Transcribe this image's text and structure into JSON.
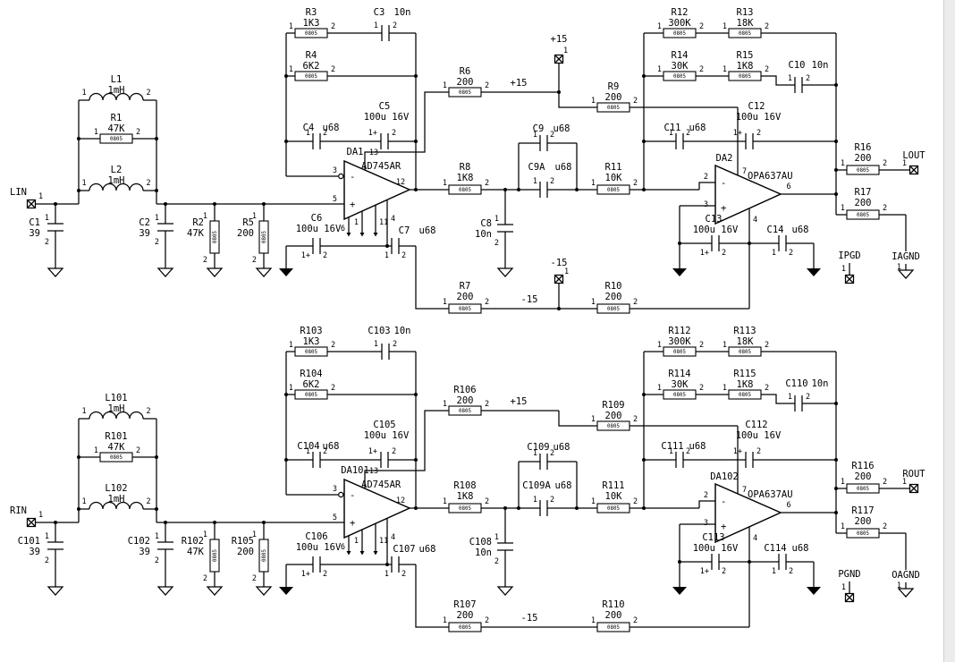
{
  "common": {
    "p1": "1",
    "p2": "2",
    "p1_plus": "1+",
    "smd": "0805"
  },
  "channels": [
    {
      "ports": {
        "in": "LIN",
        "out": "LOUT",
        "pad_gnd": "IPGD",
        "analog_gnd": "IAGND"
      },
      "power": {
        "vplus": "+15",
        "vminus": "-15",
        "has_ports": true,
        "port_pin": "1"
      },
      "da1": {
        "ref": "DA1",
        "part": "AD745AR",
        "pin_vplus": "13",
        "pin_inv": "3",
        "pin_ninv": "5",
        "pin_out": "12",
        "pin_a": "6",
        "pin_b": "1",
        "pin_c": "11",
        "pin_vminus": "4",
        "minus": "-",
        "plus": "+"
      },
      "da2": {
        "ref": "DA2",
        "part": "OPA637AU",
        "pin_vplus": "7",
        "pin_inv": "2",
        "pin_ninv": "3",
        "pin_out": "6",
        "pin_vminus": "4",
        "minus": "-",
        "plus": "+"
      },
      "l1": {
        "ref": "L1",
        "val": "1mH"
      },
      "r1": {
        "ref": "R1",
        "val": "47K"
      },
      "l2": {
        "ref": "L2",
        "val": "1mH"
      },
      "c1": {
        "ref": "C1",
        "val": "39"
      },
      "c2": {
        "ref": "C2",
        "val": "39"
      },
      "r2": {
        "ref": "R2",
        "val": "47K"
      },
      "r5": {
        "ref": "R5",
        "val": "200"
      },
      "r3": {
        "ref": "R3",
        "val": "1K3"
      },
      "c3": {
        "ref": "C3",
        "val": "10n"
      },
      "r4": {
        "ref": "R4",
        "val": "6K2"
      },
      "c4": {
        "ref": "C4",
        "val": "u68"
      },
      "c5": {
        "ref": "C5",
        "val": "100u 16V"
      },
      "c6": {
        "ref": "C6",
        "val": "100u 16V"
      },
      "c7": {
        "ref": "C7",
        "val": "u68"
      },
      "r6": {
        "ref": "R6",
        "val": "200"
      },
      "r7": {
        "ref": "R7",
        "val": "200"
      },
      "r8": {
        "ref": "R8",
        "val": "1K8"
      },
      "c8": {
        "ref": "C8",
        "val": "10n"
      },
      "c9": {
        "ref": "C9",
        "val": "u68"
      },
      "c9a": {
        "ref": "C9A",
        "val": "u68"
      },
      "r11": {
        "ref": "R11",
        "val": "10K"
      },
      "r9": {
        "ref": "R9",
        "val": "200"
      },
      "r10": {
        "ref": "R10",
        "val": "200"
      },
      "r12": {
        "ref": "R12",
        "val": "300K"
      },
      "r13": {
        "ref": "R13",
        "val": "18K"
      },
      "r14": {
        "ref": "R14",
        "val": "30K"
      },
      "r15": {
        "ref": "R15",
        "val": "1K8"
      },
      "c10": {
        "ref": "C10",
        "val": "10n"
      },
      "c11": {
        "ref": "C11",
        "val": "u68"
      },
      "c12": {
        "ref": "C12",
        "val": "100u 16V"
      },
      "c13": {
        "ref": "C13",
        "val": "100u 16V"
      },
      "c14": {
        "ref": "C14",
        "val": "u68"
      },
      "r16": {
        "ref": "R16",
        "val": "200"
      },
      "r17": {
        "ref": "R17",
        "val": "200"
      }
    },
    {
      "ports": {
        "in": "RIN",
        "out": "ROUT",
        "pad_gnd": "PGND",
        "analog_gnd": "OAGND"
      },
      "power": {
        "vplus": "+15",
        "vminus": "-15",
        "has_ports": false,
        "port_pin": "1"
      },
      "da1": {
        "ref": "DA101",
        "part": "AD745AR",
        "pin_vplus": "13",
        "pin_inv": "3",
        "pin_ninv": "5",
        "pin_out": "12",
        "pin_a": "6",
        "pin_b": "1",
        "pin_c": "11",
        "pin_vminus": "4",
        "minus": "-",
        "plus": "+"
      },
      "da2": {
        "ref": "DA102",
        "part": "OPA637AU",
        "pin_vplus": "7",
        "pin_inv": "2",
        "pin_ninv": "3",
        "pin_out": "6",
        "pin_vminus": "4",
        "minus": "-",
        "plus": "+"
      },
      "l1": {
        "ref": "L101",
        "val": "1mH"
      },
      "r1": {
        "ref": "R101",
        "val": "47K"
      },
      "l2": {
        "ref": "L102",
        "val": "1mH"
      },
      "c1": {
        "ref": "C101",
        "val": "39"
      },
      "c2": {
        "ref": "C102",
        "val": "39"
      },
      "r2": {
        "ref": "R102",
        "val": "47K"
      },
      "r5": {
        "ref": "R105",
        "val": "200"
      },
      "r3": {
        "ref": "R103",
        "val": "1K3"
      },
      "c3": {
        "ref": "C103",
        "val": "10n"
      },
      "r4": {
        "ref": "R104",
        "val": "6K2"
      },
      "c4": {
        "ref": "C104",
        "val": "u68"
      },
      "c5": {
        "ref": "C105",
        "val": "100u 16V"
      },
      "c6": {
        "ref": "C106",
        "val": "100u 16V"
      },
      "c7": {
        "ref": "C107",
        "val": "u68"
      },
      "r6": {
        "ref": "R106",
        "val": "200"
      },
      "r7": {
        "ref": "R107",
        "val": "200"
      },
      "r8": {
        "ref": "R108",
        "val": "1K8"
      },
      "c8": {
        "ref": "C108",
        "val": "10n"
      },
      "c9": {
        "ref": "C109",
        "val": "u68"
      },
      "c9a": {
        "ref": "C109A",
        "val": "u68"
      },
      "r11": {
        "ref": "R111",
        "val": "10K"
      },
      "r9": {
        "ref": "R109",
        "val": "200"
      },
      "r10": {
        "ref": "R110",
        "val": "200"
      },
      "r12": {
        "ref": "R112",
        "val": "300K"
      },
      "r13": {
        "ref": "R113",
        "val": "18K"
      },
      "r14": {
        "ref": "R114",
        "val": "30K"
      },
      "r15": {
        "ref": "R115",
        "val": "1K8"
      },
      "c10": {
        "ref": "C110",
        "val": "10n"
      },
      "c11": {
        "ref": "C111",
        "val": "u68"
      },
      "c12": {
        "ref": "C112",
        "val": "100u 16V"
      },
      "c13": {
        "ref": "C113",
        "val": "100u 16V"
      },
      "c14": {
        "ref": "C114",
        "val": "u68"
      },
      "r16": {
        "ref": "R116",
        "val": "200"
      },
      "r17": {
        "ref": "R117",
        "val": "200"
      }
    }
  ]
}
